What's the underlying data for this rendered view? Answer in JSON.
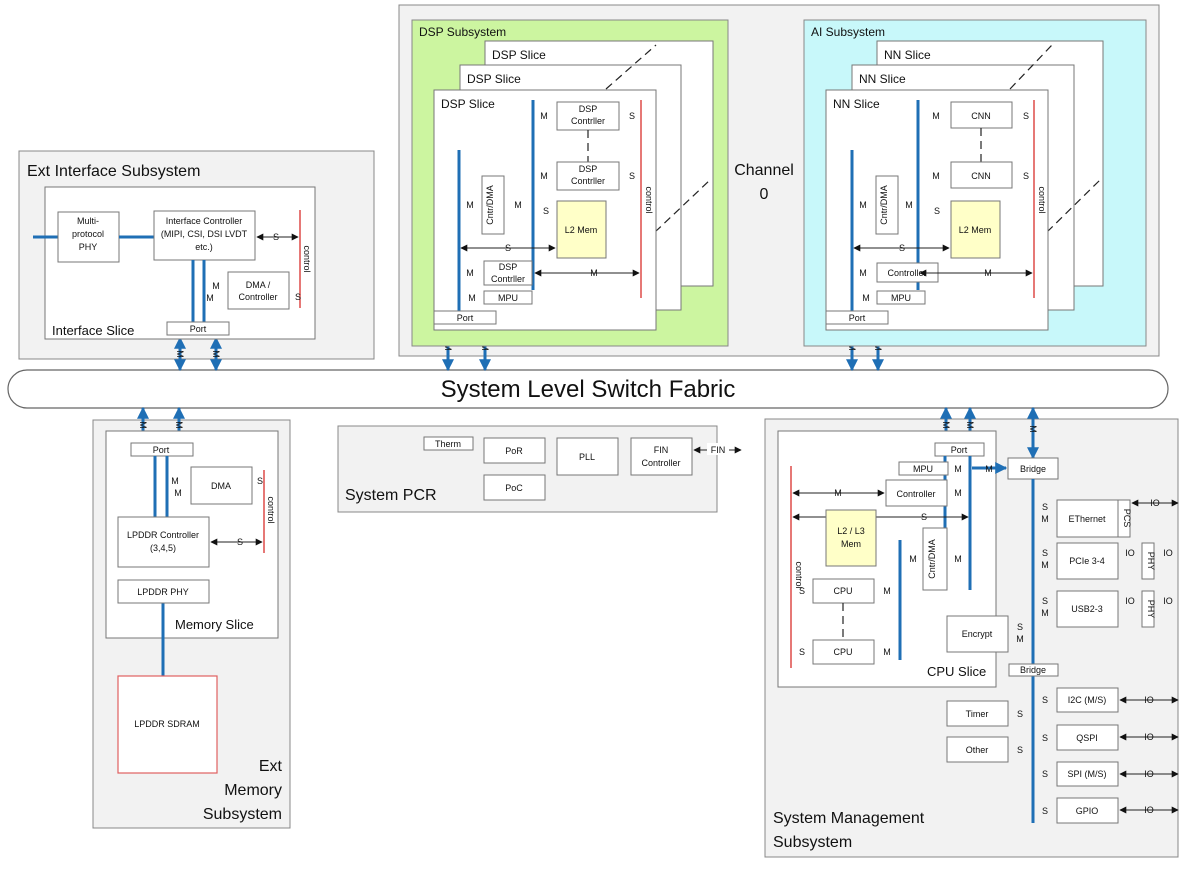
{
  "fabric": {
    "label": "System Level Switch Fabric"
  },
  "channel": {
    "line1": "Channel",
    "line2": "0"
  },
  "ext_interface": {
    "title": "Ext Interface Subsystem",
    "slice_label": "Interface Slice",
    "phy_l1": "Multi-",
    "phy_l2": "protocol",
    "phy_l3": "PHY",
    "ctrl_l1": "Interface Controller",
    "ctrl_l2": "(MIPI, CSI, DSI LVDT",
    "ctrl_l3": "etc.)",
    "dma_l1": "DMA /",
    "dma_l2": "Controller",
    "port": "Port",
    "control": "control"
  },
  "dsp": {
    "title": "DSP Subsystem",
    "slice": "DSP Slice",
    "ctrl_l1": "DSP",
    "ctrl_l2": "Contrller",
    "dma": "Cntr/DMA",
    "l2mem": "L2 Mem",
    "mpu": "MPU",
    "port": "Port",
    "control": "control"
  },
  "ai": {
    "title": "AI Subsystem",
    "slice": "NN Slice",
    "cnn": "CNN",
    "dma": "Cntr/DMA",
    "l2mem": "L2 Mem",
    "controller": "Controller",
    "mpu": "MPU",
    "port": "Port",
    "control": "control"
  },
  "memory": {
    "title_l1": "Ext",
    "title_l2": "Memory",
    "title_l3": "Subsystem",
    "slice_label": "Memory Slice",
    "port": "Port",
    "dma": "DMA",
    "ctrl_l1": "LPDDR Controller",
    "ctrl_l2": "(3,4,5)",
    "phy": "LPDDR PHY",
    "sdram": "LPDDR SDRAM",
    "control": "control"
  },
  "pcr": {
    "title": "System PCR",
    "therm": "Therm",
    "por": "PoR",
    "poc": "PoC",
    "pll": "PLL",
    "fin_l1": "FIN",
    "fin_l2": "Controller",
    "fin_sig": "FIN"
  },
  "sysmgmt": {
    "title_l1": "System Management",
    "title_l2": "Subsystem",
    "cpu_slice": "CPU Slice",
    "port": "Port",
    "mpu": "MPU",
    "bridge": "Bridge",
    "bridge2": "Bridge",
    "controller": "Controller",
    "l2l3_l1": "L2 / L3",
    "l2l3_l2": "Mem",
    "dma": "Cntr/DMA",
    "cpu": "CPU",
    "encrypt": "Encrypt",
    "ethernet": "EThernet",
    "pcs": "PCS",
    "pcie": "PCIe 3-4",
    "phy": "PHY",
    "usb": "USB2-3",
    "i2c": "I2C (M/S)",
    "qspi": "QSPI",
    "spi": "SPI (M/S)",
    "gpio": "GPIO",
    "timer": "Timer",
    "other": "Other",
    "io": "IO",
    "control": "control"
  },
  "sig": {
    "m": "M",
    "s": "S"
  }
}
